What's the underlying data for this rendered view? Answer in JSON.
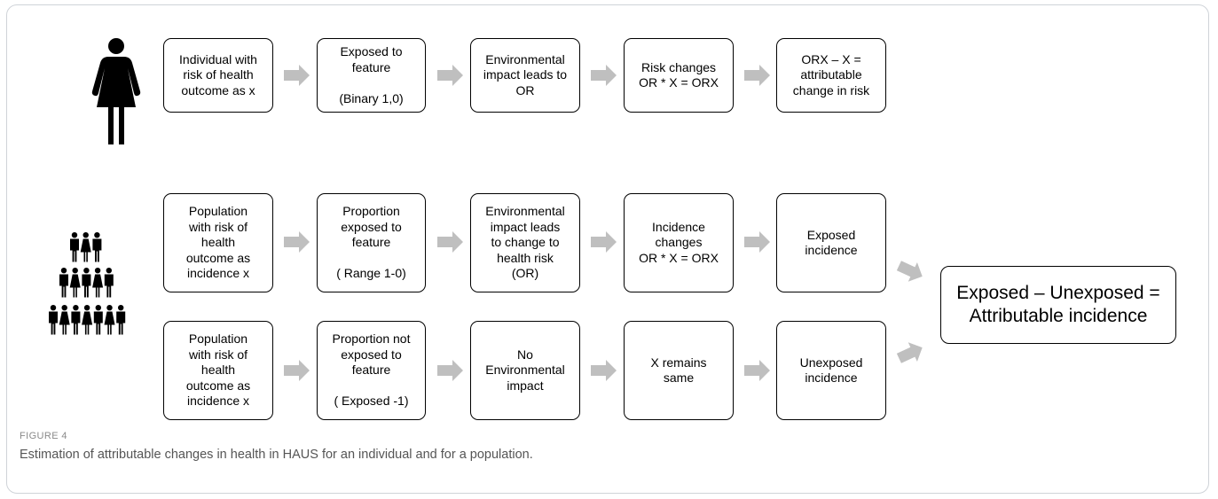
{
  "individual_row": [
    "Individual with\nrisk of health\noutcome as x",
    "Exposed to\nfeature\n\n(Binary 1,0)",
    "Environmental\nimpact leads to\nOR",
    "Risk changes\nOR * X = ORX",
    "ORX – X =\nattributable\nchange in risk"
  ],
  "exposed_row": [
    "Population\nwith risk of\nhealth\noutcome as\nincidence x",
    "Proportion\nexposed to\nfeature\n\n( Range 1-0)",
    "Environmental\nimpact leads\nto change to\nhealth risk\n(OR)",
    "Incidence\nchanges\nOR * X = ORX",
    "Exposed\nincidence"
  ],
  "unexposed_row": [
    "Population\nwith risk of\nhealth\noutcome as\nincidence x",
    "Proportion not\nexposed to\nfeature\n\n( Exposed -1)",
    "No\nEnvironmental\nimpact",
    "X remains\nsame",
    "Unexposed\nincidence"
  ],
  "result_box": "Exposed – Unexposed =\nAttributable incidence",
  "icons": {
    "individual": "woman-icon",
    "population": "crowd-icon"
  },
  "colors": {
    "arrow": "#bfbfbf",
    "border": "#000000"
  },
  "caption": {
    "label": "FIGURE 4",
    "text": "Estimation of attributable changes in health in HAUS for an individual and for a population."
  }
}
